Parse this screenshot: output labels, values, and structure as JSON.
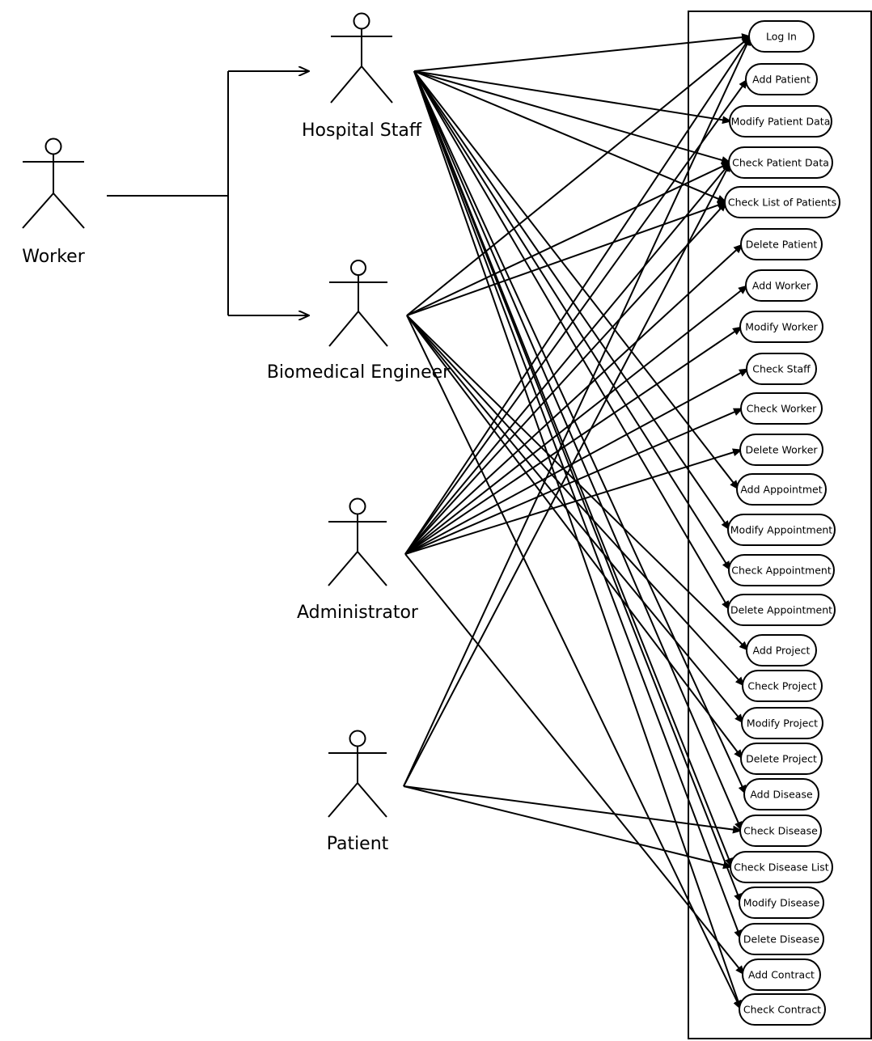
{
  "actors": {
    "worker": {
      "label": "Worker"
    },
    "hospital_staff": {
      "label": "Hospital Staff"
    },
    "biomedical_engineer": {
      "label": "Biomedical Engineer"
    },
    "administrator": {
      "label": "Administrator"
    },
    "patient": {
      "label": "Patient"
    }
  },
  "use_cases": [
    "Log In",
    "Add Patient",
    "Modify Patient Data",
    "Check Patient Data",
    "Check List of Patients",
    "Delete Patient",
    "Add Worker",
    "Modify Worker",
    "Check Staff",
    "Check Worker",
    "Delete Worker",
    "Add Appointmet",
    "Modify Appointment",
    "Check Appointment",
    "Delete Appointment",
    "Add Project",
    "Check Project",
    "Modify Project",
    "Delete Project",
    "Add Disease",
    "Check Disease",
    "Check Disease List",
    "Modify Disease",
    "Delete Disease",
    "Add Contract",
    "Check Contract"
  ],
  "generalization": {
    "parent": "Worker",
    "children": [
      "Hospital Staff",
      "Biomedical Engineer"
    ]
  },
  "associations": [
    {
      "actor": "Hospital Staff",
      "use_cases": [
        "Log In",
        "Modify Patient Data",
        "Check Patient Data",
        "Check List of Patients",
        "Add Appointmet",
        "Modify Appointment",
        "Check Appointment",
        "Delete Appointment",
        "Add Disease",
        "Check Disease",
        "Check Disease List",
        "Modify Disease",
        "Delete Disease",
        "Check Contract"
      ]
    },
    {
      "actor": "Biomedical Engineer",
      "use_cases": [
        "Log In",
        "Check Patient Data",
        "Check List of Patients",
        "Add Project",
        "Check Project",
        "Modify Project",
        "Delete Project",
        "Check Contract"
      ]
    },
    {
      "actor": "Administrator",
      "use_cases": [
        "Log In",
        "Add Patient",
        "Check Patient Data",
        "Check List of Patients",
        "Delete Patient",
        "Add Worker",
        "Modify Worker",
        "Check Staff",
        "Check Worker",
        "Delete Worker",
        "Add Contract"
      ]
    },
    {
      "actor": "Patient",
      "use_cases": [
        "Log In",
        "Check Patient Data",
        "Check Disease",
        "Check Disease List"
      ]
    }
  ]
}
